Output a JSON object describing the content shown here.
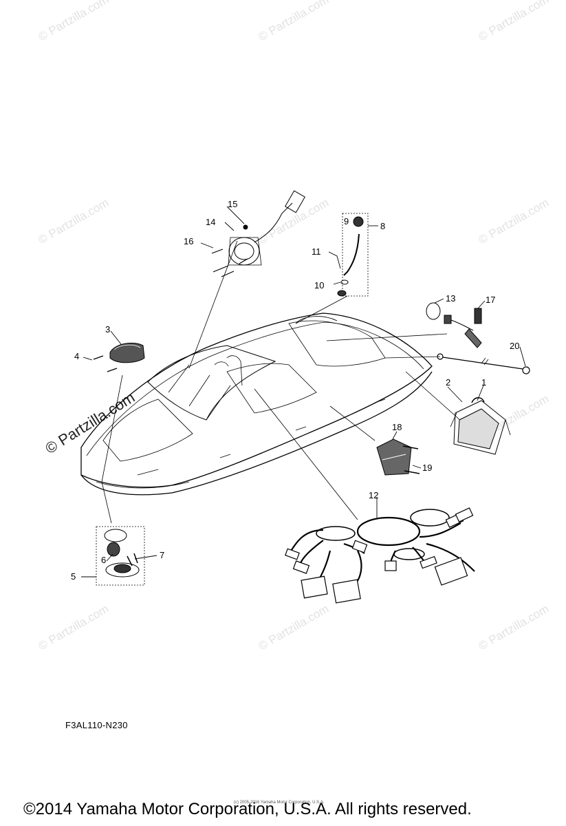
{
  "watermark_text": "© Partzilla.com",
  "callouts": [
    "1",
    "2",
    "3",
    "4",
    "5",
    "6",
    "7",
    "8",
    "9",
    "10",
    "11",
    "12",
    "13",
    "14",
    "15",
    "16",
    "17",
    "18",
    "19",
    "20"
  ],
  "diagram_code": "F3AL110-N230",
  "copyright": "©2014 Yamaha Motor Corporation, U.S.A. All rights reserved.",
  "copyright_small": "(c) 2005-2016 Yamaha Motor Corporation, U.S.A."
}
